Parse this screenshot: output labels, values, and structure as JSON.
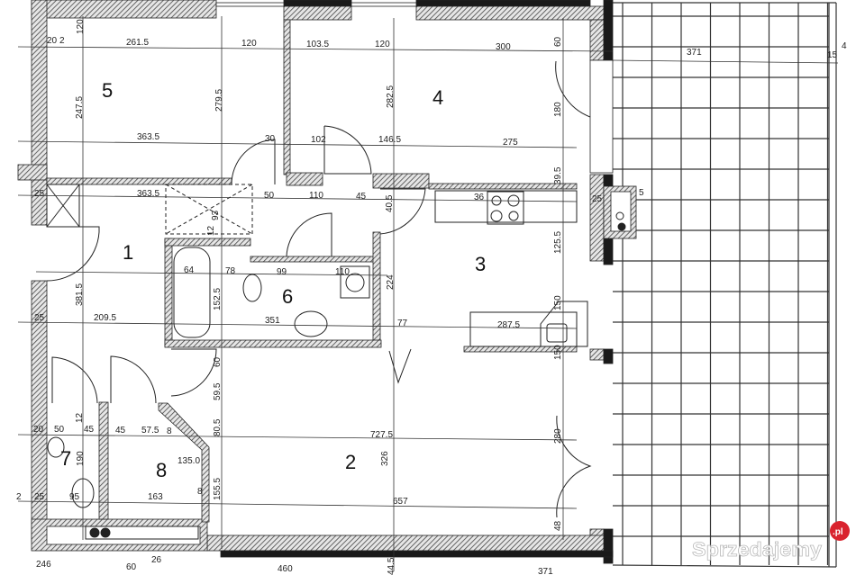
{
  "rooms": [
    "1",
    "2",
    "3",
    "4",
    "5",
    "6",
    "7",
    "8"
  ],
  "dimensions": {
    "top": [
      "261.5",
      "120",
      "103.5",
      "120",
      "300",
      "60",
      "371",
      "15",
      "4",
      "20",
      "2",
      "120"
    ],
    "vertical_upper": [
      "247.5",
      "279.5",
      "282.5",
      "180",
      "39.5",
      "125.5",
      "93",
      "12",
      "40.5"
    ],
    "row_mid1": [
      "363.5",
      "30",
      "102",
      "146.5",
      "275"
    ],
    "row_mid2": [
      "363.5",
      "50",
      "110",
      "45",
      "36",
      "25",
      "5",
      "25"
    ],
    "bath_row": [
      "64",
      "78",
      "99",
      "110",
      "224"
    ],
    "row_lower": [
      "381.5",
      "152.5",
      "209.5",
      "351",
      "77",
      "287.5",
      "150",
      "150",
      "25"
    ],
    "room2_vertical": [
      "60",
      "59.5",
      "80.5",
      "155.5",
      "326",
      "280",
      "48"
    ],
    "row_78": [
      "20",
      "50",
      "12",
      "45",
      "45",
      "57.5",
      "8",
      "727.5",
      "135.0",
      "190",
      "8"
    ],
    "row_bottom": [
      "2",
      "25",
      "95",
      "163",
      "657"
    ],
    "outside": [
      "246",
      "60",
      "460",
      "44.5",
      "371",
      "26"
    ]
  },
  "watermark": {
    "brand": "Sprzedajemy",
    "tld": ".pl",
    "badge_color": "#d9232e"
  },
  "colors": {
    "wall": "#555555",
    "dark_wall": "#1a1a1a"
  }
}
